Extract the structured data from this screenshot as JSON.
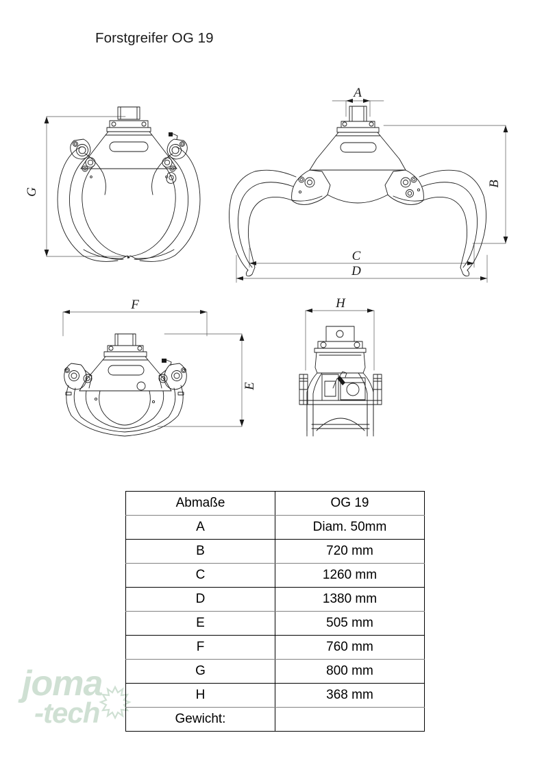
{
  "document": {
    "title": "Forstgreifer OG 19"
  },
  "logo": {
    "line1": "joma",
    "line2": "-tech",
    "color": "#cfe0d3"
  },
  "drawings": {
    "views": [
      {
        "name": "front-view-closed",
        "dimension_labels": [
          "G"
        ]
      },
      {
        "name": "front-view-open",
        "dimension_labels": [
          "A",
          "B",
          "C",
          "D"
        ]
      },
      {
        "name": "front-view-partial",
        "dimension_labels": [
          "F",
          "E"
        ]
      },
      {
        "name": "side-view",
        "dimension_labels": [
          "H"
        ]
      }
    ],
    "labels": {
      "A": "A",
      "B": "B",
      "C": "C",
      "D": "D",
      "E": "E",
      "F": "F",
      "G": "G",
      "H": "H"
    }
  },
  "spec_table": {
    "header": {
      "label": "Abmaße",
      "value": "OG 19"
    },
    "rows": [
      {
        "label": "A",
        "value": "Diam. 50mm"
      },
      {
        "label": "B",
        "value": "720 mm"
      },
      {
        "label": "C",
        "value": "1260 mm"
      },
      {
        "label": "D",
        "value": "1380 mm"
      },
      {
        "label": "E",
        "value": "505 mm"
      },
      {
        "label": "F",
        "value": "760 mm"
      },
      {
        "label": "G",
        "value": "800 mm"
      },
      {
        "label": "H",
        "value": "368 mm"
      },
      {
        "label": "Gewicht:",
        "value": ""
      }
    ]
  }
}
